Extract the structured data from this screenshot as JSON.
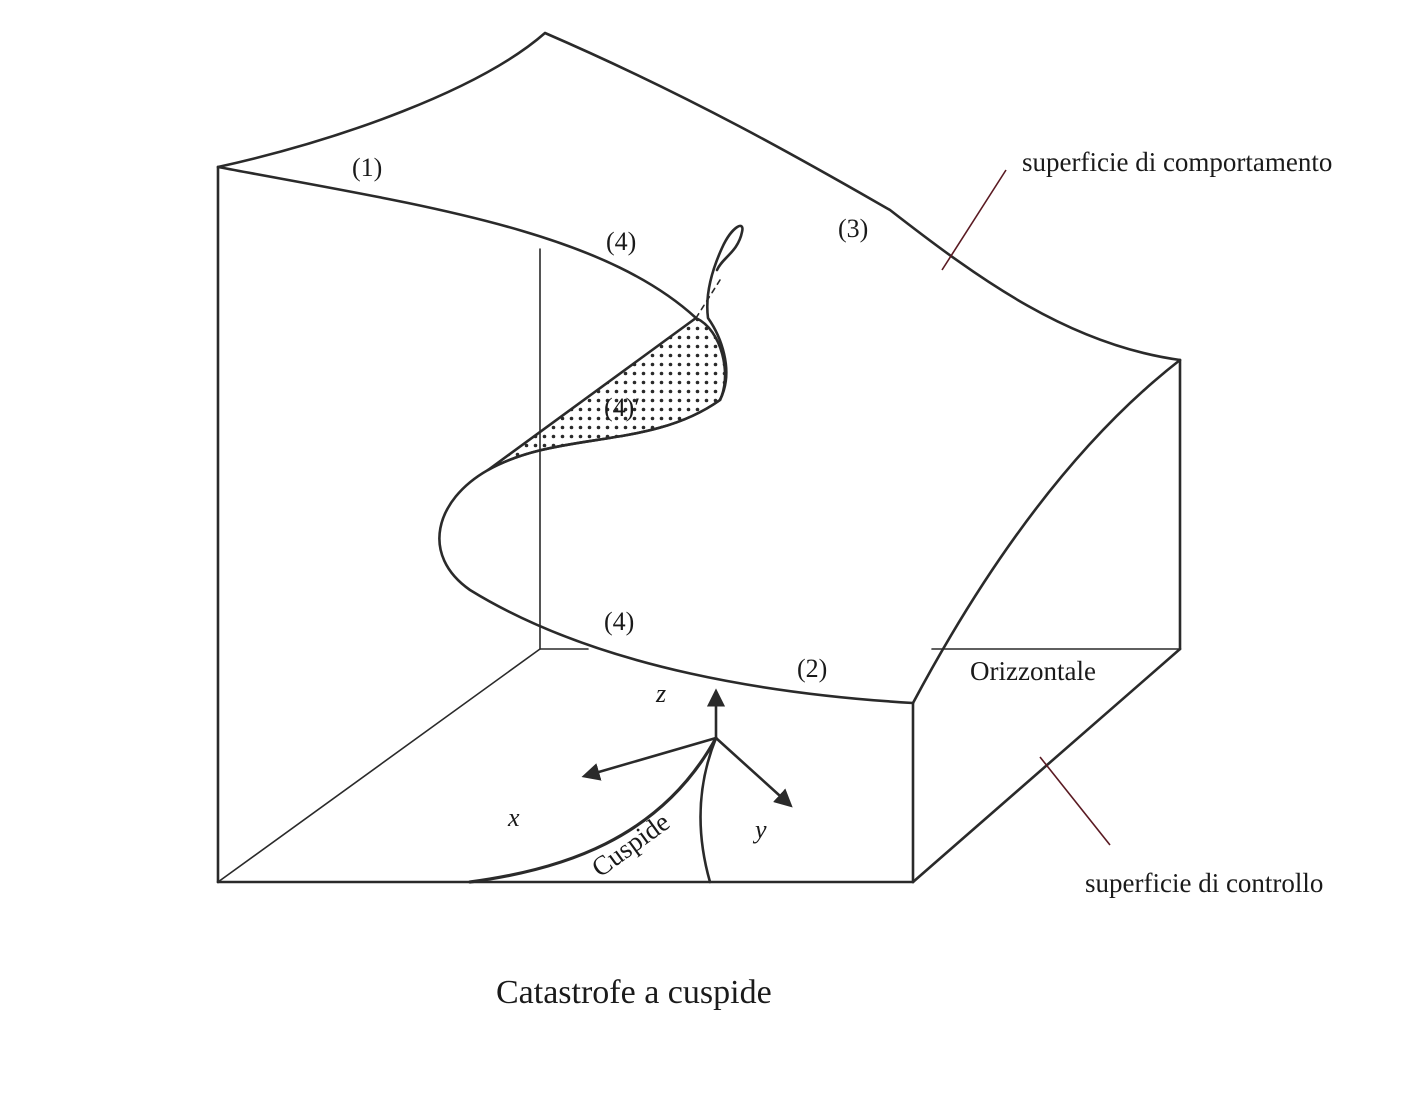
{
  "region_labels": {
    "r1": "(1)",
    "r2": "(2)",
    "r3": "(3)",
    "r4_top": "(4)",
    "r4_bottom": "(4)",
    "r4_prime": "(4)′"
  },
  "axes": {
    "x": "x",
    "y": "y",
    "z": "z"
  },
  "cusp_label": "Cuspide",
  "horizontal_label": "Orizzontale",
  "annotations": {
    "behavior_surface": "superficie di comportamento",
    "control_surface": "superficie di controllo"
  },
  "caption": "Catastrofe a cuspide",
  "colors": {
    "ink": "#2a2a2a",
    "pointer": "#5a1a22"
  }
}
